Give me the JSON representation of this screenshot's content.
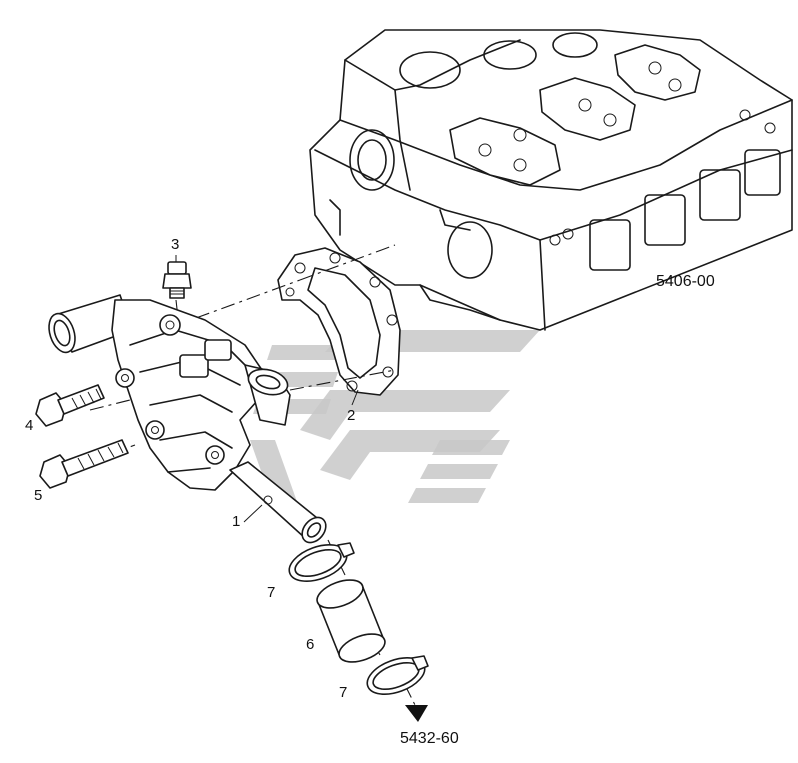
{
  "references": {
    "cylinder_block": "5406-00",
    "continuation": "5432-60"
  },
  "callouts": [
    "1",
    "2",
    "3",
    "4",
    "5",
    "6",
    "7",
    "7"
  ],
  "watermark": {
    "color": "#c8c8c8"
  }
}
